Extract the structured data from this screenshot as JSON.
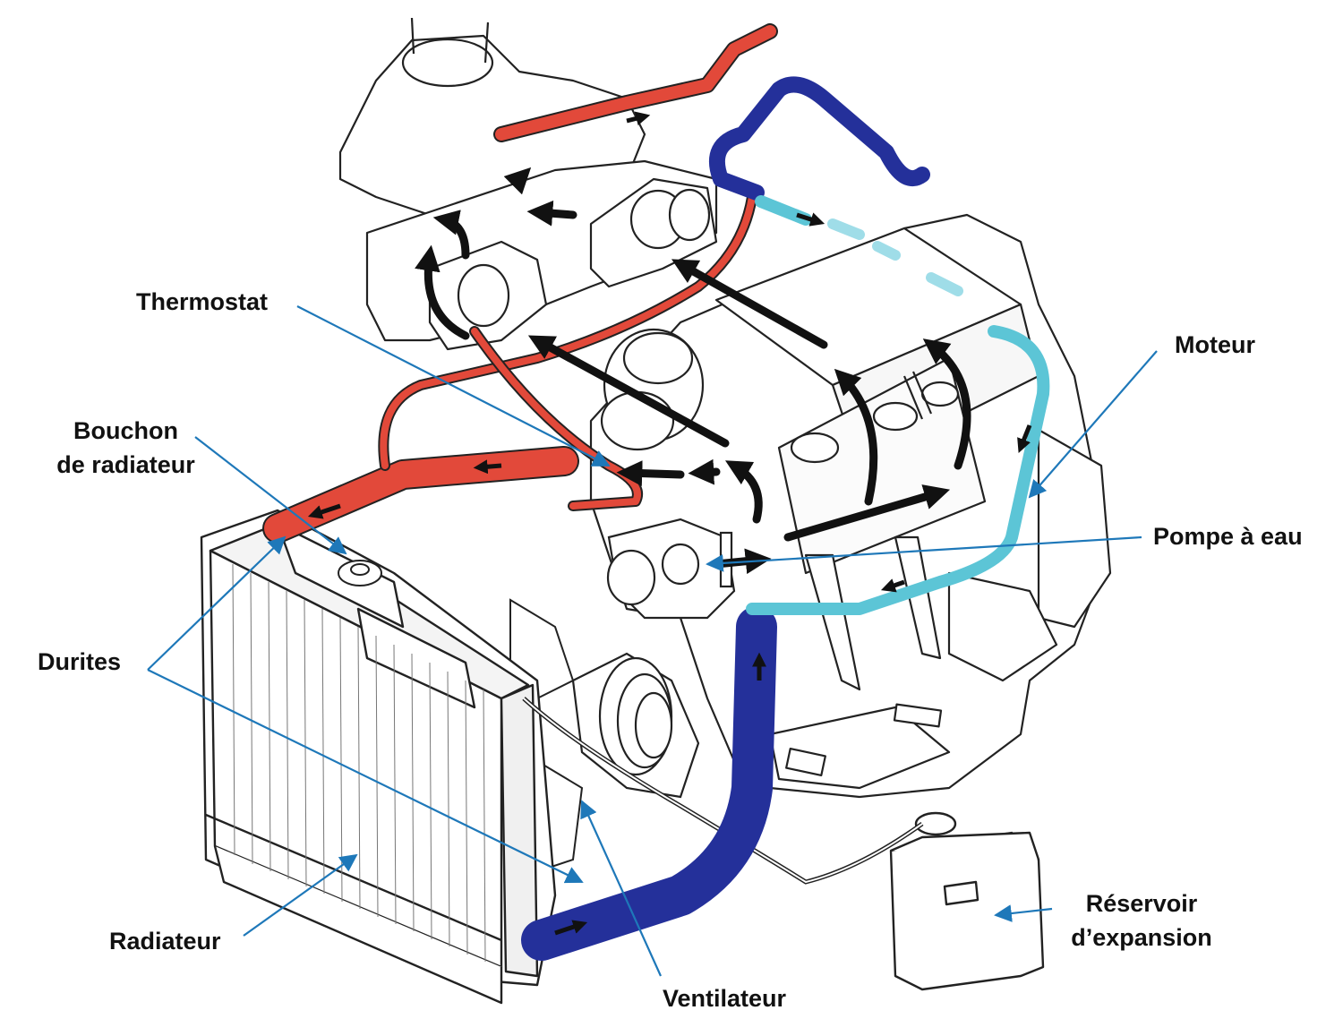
{
  "colors": {
    "hot_hose": "#e2493a",
    "cold_hose": "#24309a",
    "return_hose": "#5cc5d6",
    "flow_arrow": "#111111",
    "callout": "#1e78b9",
    "outline": "#222222"
  },
  "labels": {
    "thermostat": "Thermostat",
    "bouchon_line1": "Bouchon",
    "bouchon_line2": "de radiateur",
    "durites": "Durites",
    "radiateur": "Radiateur",
    "ventilateur": "Ventilateur",
    "moteur": "Moteur",
    "pompe": "Pompe à eau",
    "reservoir_line1": "Réservoir",
    "reservoir_line2": "d’expansion"
  }
}
